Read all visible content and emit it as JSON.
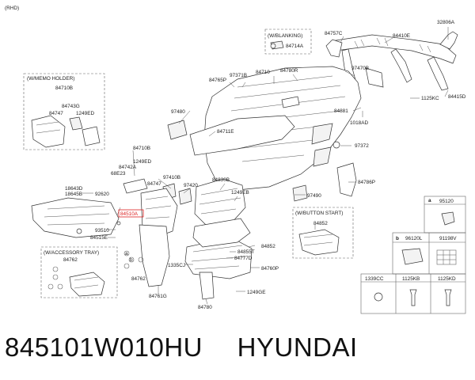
{
  "diagram": {
    "variant_note": "(RHD)",
    "group_labels": {
      "blanking": "(W/BLANKING)",
      "memo_holder": "(W/MEMO HOLDER)",
      "accessory_tray": "(W/ACCESSORY TRAY)",
      "button_start": "(W/BUTTON START)"
    },
    "parts": {
      "p32806a": "32806A",
      "p84757c": "84757C",
      "p84410e": "84410E",
      "p84714a": "84714A",
      "p97470b": "97470B",
      "p84780r": "84780R",
      "p84710": "84710",
      "p97371b": "97371B",
      "p84765p": "84765P",
      "p1125kc_top": "1125KC",
      "p84415d": "84415D",
      "p84881": "84881",
      "p1018ad": "1018AD",
      "p97372": "97372",
      "p84710b_memo": "84710B",
      "p84743g": "84743G",
      "p84747_memo": "84747",
      "p1249ed_memo": "1249ED",
      "p97480": "97480",
      "p84711e": "84711E",
      "p84710b": "84710B",
      "p1249ed": "1249ED",
      "p84742a": "84742A",
      "p68e23": "68E23",
      "p84747": "84747",
      "p97410b": "97410B",
      "p97420": "97420",
      "p84830b": "84830B",
      "p1249eb": "1249EB",
      "p97490": "97490",
      "p84786p": "84786P",
      "p18643d": "18643D",
      "p18645b": "18645B",
      "p92620": "92620",
      "p84510a": "84510A",
      "p93510": "93510",
      "p84515e": "84515E",
      "p84762_tray": "84762",
      "p84852": "84852",
      "p84855t": "84855T",
      "p84777d": "84777D",
      "p84760p": "84760P",
      "p1335cj": "1335CJ",
      "p84762": "84762",
      "p84761g": "84761G",
      "p1249ge": "1249GE",
      "p84780": "84780",
      "p84852_btn": "84852",
      "p95120": "95120",
      "p96120l": "96120L",
      "p91198v": "91198V",
      "p1339cc": "1339CC",
      "p1125kb": "1125KB",
      "p1125kd": "1125KD"
    },
    "callouts": {
      "a": "a",
      "b": "b"
    }
  },
  "caption": {
    "part_number": "845101W010HU",
    "brand": "HYUNDAI"
  },
  "colors": {
    "highlight": "#dd2222",
    "line": "#333333"
  }
}
